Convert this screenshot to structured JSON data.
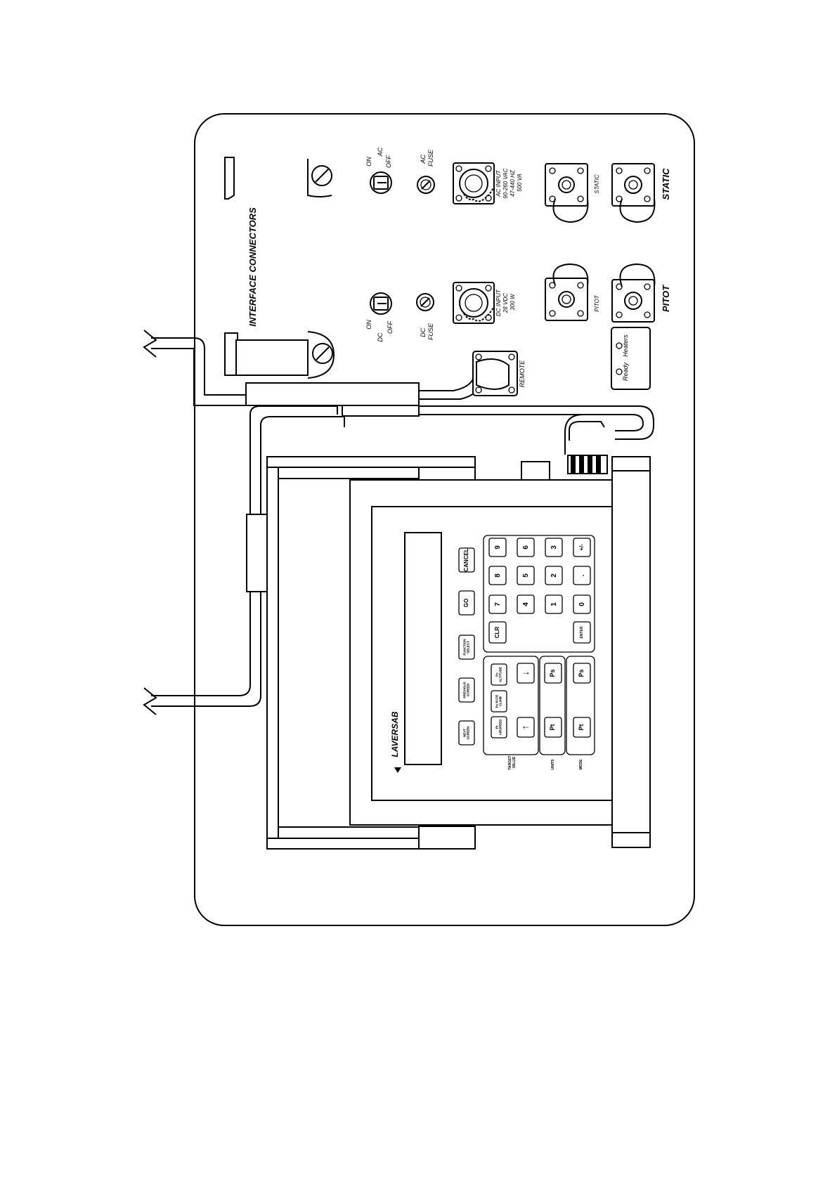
{
  "panel": {
    "title": "INTERFACE  CONNECTORS",
    "ac_switch": {
      "on": "ON",
      "off": "OFF",
      "name": "AC"
    },
    "dc_switch": {
      "on": "ON",
      "off": "OFF",
      "name": "DC"
    },
    "ac_fuse": [
      "AC",
      "FUSE"
    ],
    "dc_fuse": [
      "DC",
      "FUSE"
    ],
    "ac_input": [
      "AC INPUT",
      "90-260 VAC",
      "47-440 HZ",
      "500 VA"
    ],
    "dc_input": [
      "DC INPUT",
      "28 VDC",
      "300 W"
    ],
    "remote": "REMOTE",
    "static_small": "STATIC",
    "pitot_small": "PITOT",
    "static_big": "STATIC",
    "pitot_big": "PITOT",
    "ready": "Ready",
    "heaters": "Heaters"
  },
  "instrument": {
    "brand": "LAVERSAB",
    "screen_keys": [
      {
        "lines": [
          "NEXT",
          "SCREEN"
        ]
      },
      {
        "lines": [
          "PREVIOUS",
          "SCREEN"
        ]
      },
      {
        "lines": [
          "FUNCTION",
          "SELECT"
        ]
      },
      {
        "lines": [
          "GO"
        ]
      },
      {
        "lines": [
          "CANCEL"
        ]
      }
    ],
    "target_label": [
      "TARGET",
      "VALUE"
    ],
    "target_keys": [
      {
        "lines": [
          "Pt",
          "AIRSPEED"
        ]
      },
      {
        "lines": [
          "Ps RATE",
          "CLIMB"
        ]
      },
      {
        "lines": [
          "Ps",
          "ALTITUDE"
        ]
      }
    ],
    "arrows": [
      "↑",
      "↓"
    ],
    "units_label": "UNITS",
    "mode_label": "MODE",
    "units_keys": [
      "Pt",
      "Ps"
    ],
    "mode_keys": [
      "Pt",
      "Ps"
    ],
    "numpad": [
      [
        "7",
        "8",
        "9"
      ],
      [
        "4",
        "5",
        "6"
      ],
      [
        "1",
        "2",
        "3"
      ],
      [
        "0",
        ".",
        "+/-"
      ]
    ],
    "clr": "CLR",
    "enter": "ENTER"
  }
}
